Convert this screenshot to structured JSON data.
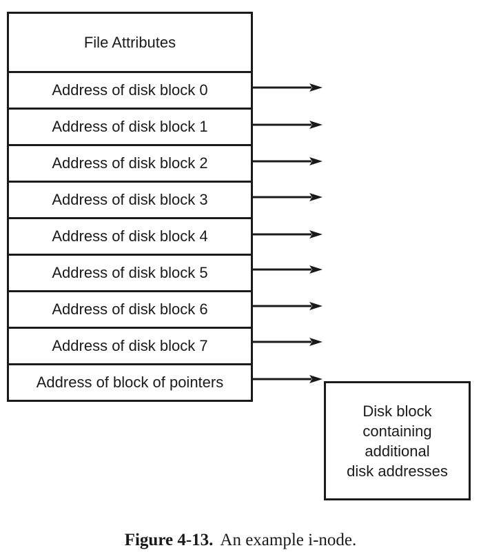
{
  "inode": {
    "attributes_label": "File Attributes",
    "rows": [
      "Address of disk block 0",
      "Address of disk block 1",
      "Address of disk block 2",
      "Address of disk block 3",
      "Address of disk block 4",
      "Address of disk block 5",
      "Address of disk block 6",
      "Address of disk block 7",
      "Address of block of pointers"
    ]
  },
  "disk_block": {
    "lines": [
      "Disk block",
      "containing",
      "additional",
      "disk addresses"
    ]
  },
  "caption": {
    "label": "Figure 4-13.",
    "text": "An example i-node."
  },
  "colors": {
    "ink": "#1a1a1a",
    "background": "#ffffff"
  }
}
